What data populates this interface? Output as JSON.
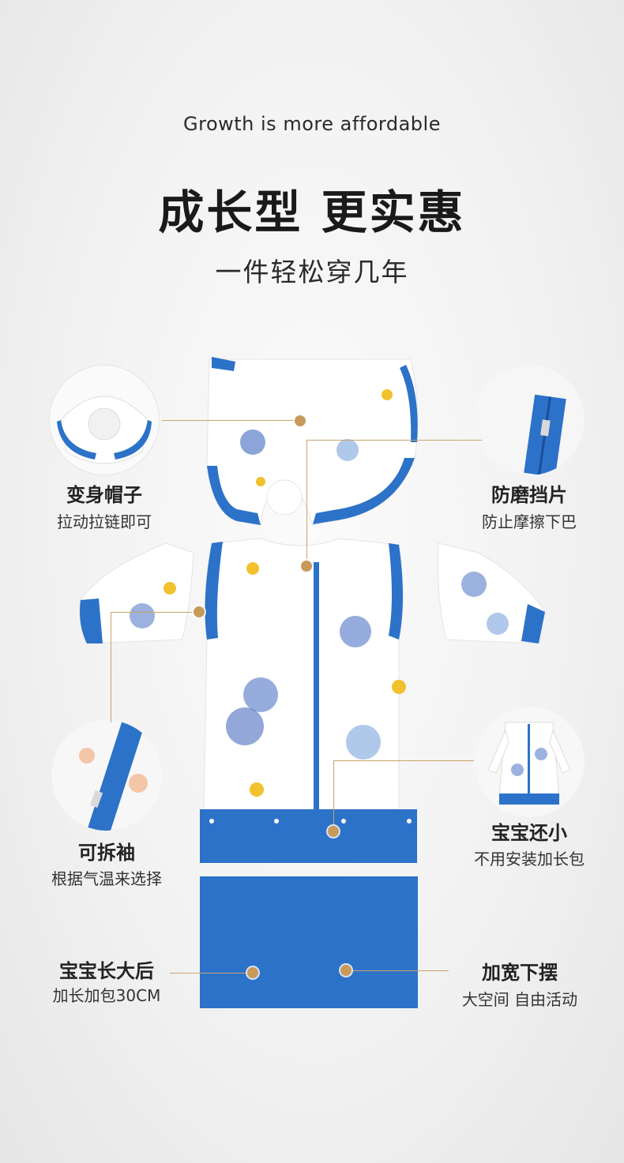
{
  "header": {
    "subtitle": "Growth is more affordable",
    "title": "成长型 更实惠",
    "tagline": "一件轻松穿几年"
  },
  "features": {
    "hood": {
      "title": "变身帽子",
      "desc": "拉动拉链即可"
    },
    "chin": {
      "title": "防磨挡片",
      "desc": "防止摩擦下巴"
    },
    "sleeve": {
      "title": "可拆袖",
      "desc": "根据气温来选择"
    },
    "small": {
      "title": "宝宝还小",
      "desc": "不用安装加长包"
    },
    "extend": {
      "title": "宝宝长大后",
      "desc": "加长加包30CM"
    },
    "hem": {
      "title": "加宽下摆",
      "desc": "大空间 自由活动"
    }
  },
  "colors": {
    "accent_blue": "#2c72c8",
    "leader_line": "#c9a36e",
    "dot": "#c79a5a"
  }
}
